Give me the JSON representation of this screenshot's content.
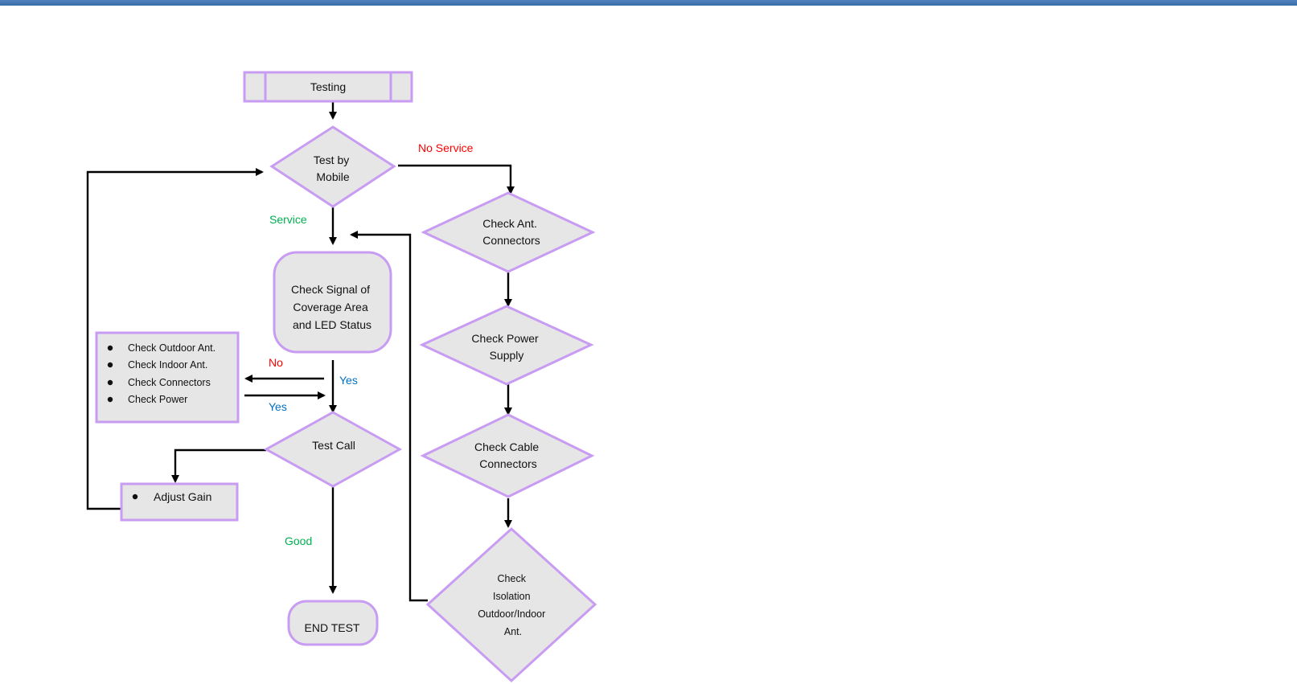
{
  "colors": {
    "node_fill": "#e6e6e6",
    "node_border": "#c89cf2",
    "label_red": "#ff0000",
    "label_green": "#00b050",
    "label_blue": "#0070c0",
    "top_rule": "#4f81bd"
  },
  "nodes": {
    "testing": "Testing",
    "test_by_mobile": [
      "Test by",
      "Mobile"
    ],
    "check_ant_connectors": [
      "Check Ant.",
      "Connectors"
    ],
    "check_signal": [
      "Check Signal of",
      "Coverage Area",
      "and LED Status"
    ],
    "check_list": [
      "Check Outdoor Ant.",
      "Check Indoor Ant.",
      "Check Connectors",
      "Check Power"
    ],
    "check_power_supply": [
      "Check Power",
      "Supply"
    ],
    "test_call": "Test Call",
    "check_cable_connectors": [
      "Check Cable",
      "Connectors"
    ],
    "adjust_gain": "Adjust Gain",
    "check_isolation": [
      "Check",
      "Isolation",
      "Outdoor/Indoor",
      "Ant."
    ],
    "end_test": "END TEST"
  },
  "labels": {
    "no_service": "No Service",
    "service": "Service",
    "no": "No",
    "yes_right": "Yes",
    "yes_left": "Yes",
    "good": "Good"
  }
}
